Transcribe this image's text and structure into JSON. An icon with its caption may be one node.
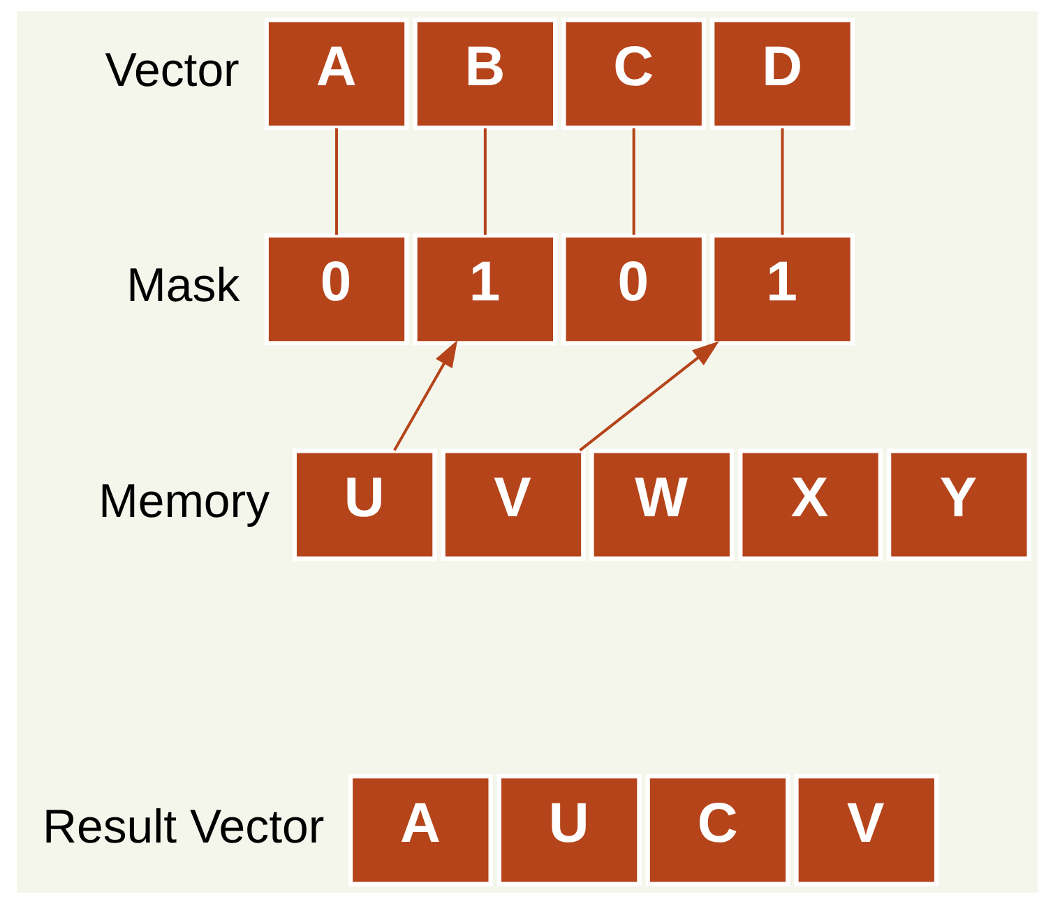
{
  "diagram": {
    "nodes": [
      {
        "text": [
          "A"
        ]
      },
      {
        "text": [
          "B"
        ]
      },
      {
        "text": [
          "C"
        ]
      },
      {
        "text": [
          "D"
        ]
      },
      {
        "text": [
          "0"
        ]
      },
      {
        "text": [
          "1"
        ]
      },
      {
        "text": [
          "0"
        ]
      },
      {
        "text": [
          "1"
        ]
      },
      {
        "text": [
          "U"
        ]
      },
      {
        "text": [
          "V"
        ]
      },
      {
        "text": [
          "W"
        ]
      },
      {
        "text": [
          "X"
        ]
      },
      {
        "text": [
          "Y"
        ]
      },
      {
        "text": [
          "A"
        ]
      },
      {
        "text": [
          "U"
        ]
      },
      {
        "text": [
          "C"
        ]
      },
      {
        "text": [
          "V"
        ]
      }
    ],
    "edges": [
      {
        "from": 0,
        "to": 4,
        "arrow": "none"
      },
      {
        "from": 1,
        "to": 5,
        "arrow": "none"
      },
      {
        "from": 2,
        "to": 6,
        "arrow": "none"
      },
      {
        "from": 3,
        "to": 7,
        "arrow": "none"
      },
      {
        "from": 8,
        "to": 5,
        "arrow": "to"
      },
      {
        "from": 9,
        "to": 7,
        "arrow": "to"
      }
    ],
    "labels": [
      "Vector",
      "Mask",
      "Memory",
      "Result Vector"
    ]
  }
}
